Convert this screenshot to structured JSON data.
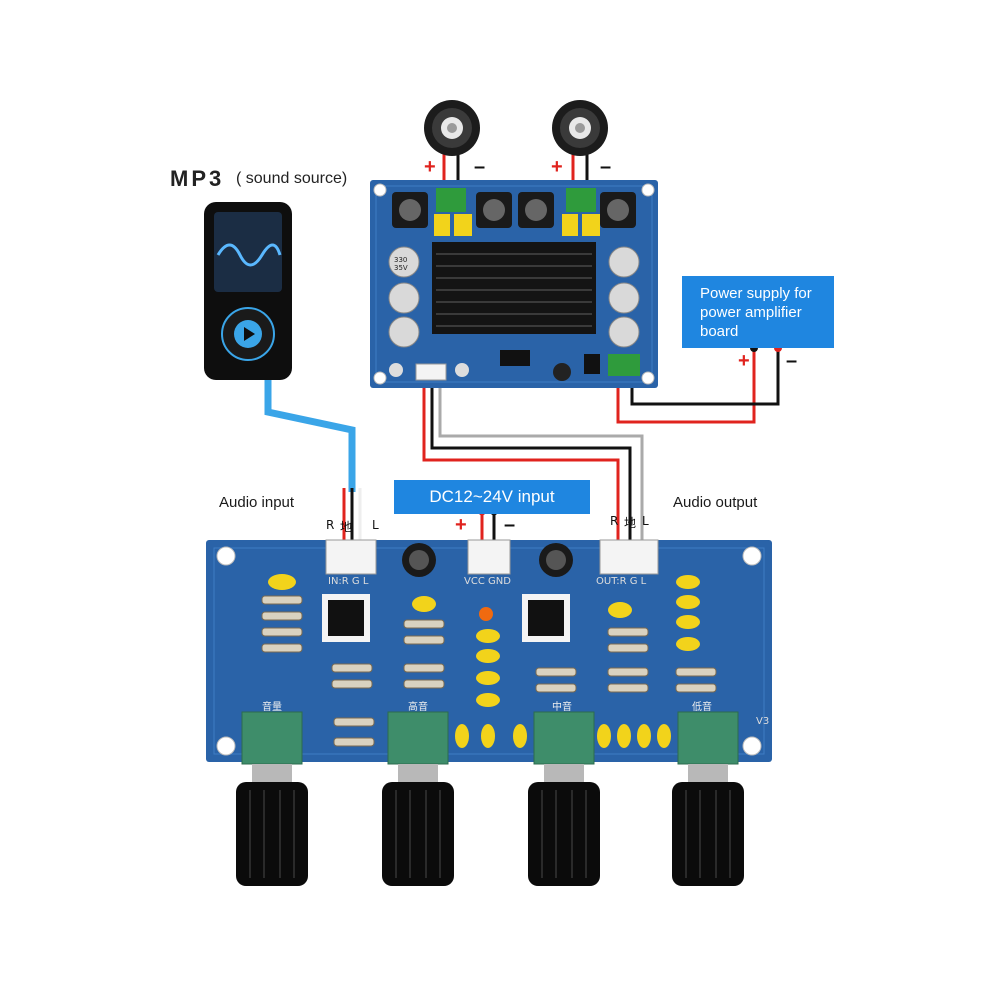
{
  "mp3": {
    "title": "MP3",
    "subtitle": "( sound source)"
  },
  "labels": {
    "audio_input": "Audio input",
    "audio_output": "Audio output",
    "dc_input": "DC12~24V input",
    "power_supply_line1": "Power supply for",
    "power_supply_line2": "power amplifier",
    "power_supply_line3": "board"
  },
  "signs": {
    "plus": "+",
    "minus": "–"
  },
  "connectors": {
    "in_r": "R",
    "in_gnd": "地",
    "in_l": "L",
    "out_r": "R",
    "out_gnd": "地",
    "out_l": "L"
  },
  "board_silkscreen": {
    "in_label": "IN:R  G  L",
    "vcc_gnd": "VCC GND",
    "out_label": "OUT:R  G  L",
    "volume": "音量",
    "treble": "高音",
    "mid": "中音",
    "bass": "低音",
    "version": "V3",
    "cap_text": "330 35V"
  },
  "colors": {
    "pcb_blue": "#2a63a8",
    "label_box": "#1f86e0",
    "wire_red": "#e0231e",
    "wire_blue": "#3aa5e8"
  }
}
